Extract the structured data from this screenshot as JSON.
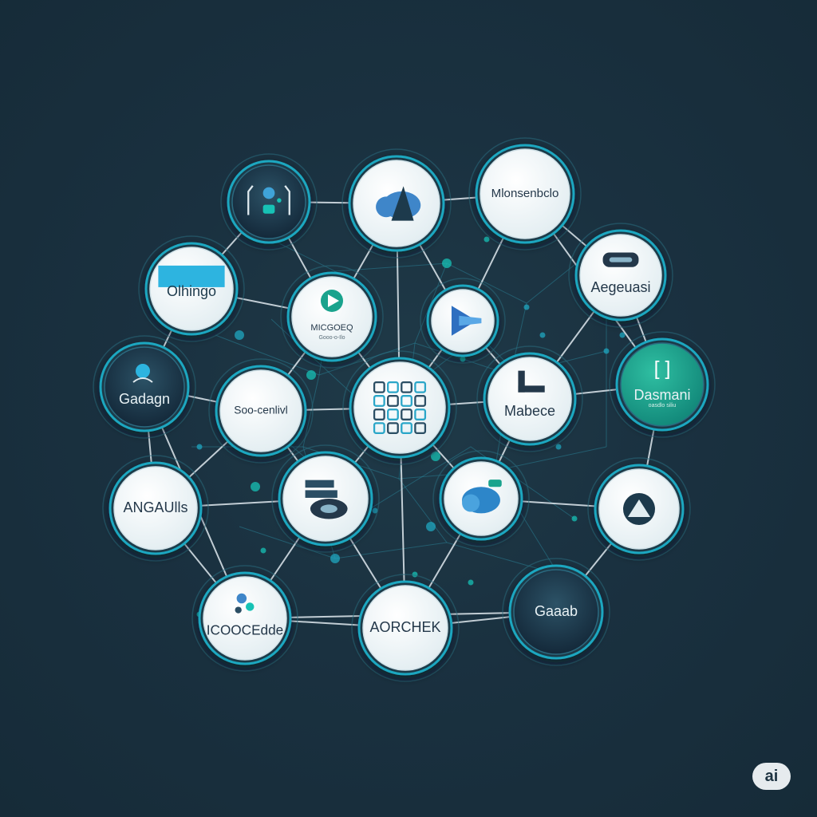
{
  "diagram": {
    "nodes": [
      {
        "id": "n1",
        "label": "",
        "sub": "",
        "icon": "hexagon-chip-icon",
        "style": "dark"
      },
      {
        "id": "n2",
        "label": "",
        "sub": "",
        "icon": "cloud-arrow-icon",
        "style": "light"
      },
      {
        "id": "n3",
        "label": "Mlonsenbclo",
        "sub": "",
        "icon": "",
        "style": "light"
      },
      {
        "id": "n4",
        "label": "Olhingo",
        "sub": "",
        "icon": "banner-logo-icon",
        "style": "light"
      },
      {
        "id": "n5",
        "label": "Aegeuasi",
        "sub": "",
        "icon": "dark-pill-logo-icon",
        "style": "light"
      },
      {
        "id": "n6",
        "label": "MICGOEQ",
        "sub": "Gooo-o-Ilo",
        "icon": "play-logo-icon",
        "style": "light"
      },
      {
        "id": "n7",
        "label": "",
        "sub": "",
        "icon": "play-arrow-icon",
        "style": "light"
      },
      {
        "id": "n8",
        "label": "Gadagn",
        "sub": "",
        "icon": "person-icon",
        "style": "dark"
      },
      {
        "id": "n9",
        "label": "Mabece",
        "sub": "",
        "icon": "desk-icon",
        "style": "light"
      },
      {
        "id": "n10",
        "label": "Dasmani",
        "sub": "oasdlo siliu",
        "icon": "bracket-icon",
        "style": "teal"
      },
      {
        "id": "n11",
        "label": "Soo-cenlivl",
        "sub": "",
        "icon": "",
        "style": "light"
      },
      {
        "id": "n12",
        "label": "",
        "sub": "",
        "icon": "grid-chip-icon",
        "style": "light"
      },
      {
        "id": "n13",
        "label": "ANGAUlls",
        "sub": "",
        "icon": "",
        "style": "light"
      },
      {
        "id": "n14",
        "label": "",
        "sub": "",
        "icon": "server-cloud-icon",
        "style": "light"
      },
      {
        "id": "n15",
        "label": "",
        "sub": "",
        "icon": "cloud-icon",
        "style": "light"
      },
      {
        "id": "n16",
        "label": "",
        "sub": "",
        "icon": "mountain-icon",
        "style": "light"
      },
      {
        "id": "n17",
        "label": "ICOOCEdde",
        "sub": "",
        "icon": "molecule-icon",
        "style": "light"
      },
      {
        "id": "n18",
        "label": "AORCHEK",
        "sub": "",
        "icon": "",
        "style": "light"
      },
      {
        "id": "n19",
        "label": "Gaaab",
        "sub": "",
        "icon": "",
        "style": "dark"
      }
    ],
    "edges": [
      [
        "n1",
        "n2"
      ],
      [
        "n2",
        "n3"
      ],
      [
        "n1",
        "n4"
      ],
      [
        "n1",
        "n6"
      ],
      [
        "n2",
        "n6"
      ],
      [
        "n2",
        "n7"
      ],
      [
        "n3",
        "n7"
      ],
      [
        "n3",
        "n5"
      ],
      [
        "n4",
        "n6"
      ],
      [
        "n4",
        "n8"
      ],
      [
        "n6",
        "n11"
      ],
      [
        "n6",
        "n12"
      ],
      [
        "n2",
        "n12"
      ],
      [
        "n7",
        "n12"
      ],
      [
        "n7",
        "n9"
      ],
      [
        "n5",
        "n9"
      ],
      [
        "n5",
        "n10"
      ],
      [
        "n8",
        "n11"
      ],
      [
        "n8",
        "n13"
      ],
      [
        "n11",
        "n12"
      ],
      [
        "n11",
        "n14"
      ],
      [
        "n12",
        "n9"
      ],
      [
        "n12",
        "n14"
      ],
      [
        "n12",
        "n15"
      ],
      [
        "n12",
        "n18"
      ],
      [
        "n9",
        "n10"
      ],
      [
        "n9",
        "n15"
      ],
      [
        "n10",
        "n16"
      ],
      [
        "n13",
        "n11"
      ],
      [
        "n13",
        "n14"
      ],
      [
        "n13",
        "n17"
      ],
      [
        "n14",
        "n17"
      ],
      [
        "n14",
        "n18"
      ],
      [
        "n15",
        "n18"
      ],
      [
        "n15",
        "n16"
      ],
      [
        "n16",
        "n19"
      ],
      [
        "n17",
        "n18"
      ],
      [
        "n18",
        "n19"
      ],
      [
        "n17",
        "n19"
      ],
      [
        "n3",
        "n10"
      ],
      [
        "n8",
        "n17"
      ]
    ]
  },
  "badge": {
    "text": "ai"
  },
  "colors": {
    "background": "#1a3140",
    "node_fill": "#eef4f6",
    "ring": "#1fa7c0",
    "edge": "#dfe9ee",
    "dark_node": "#1d3a4c",
    "teal_node": "#1aa38d",
    "accent": "#17c2b5"
  }
}
